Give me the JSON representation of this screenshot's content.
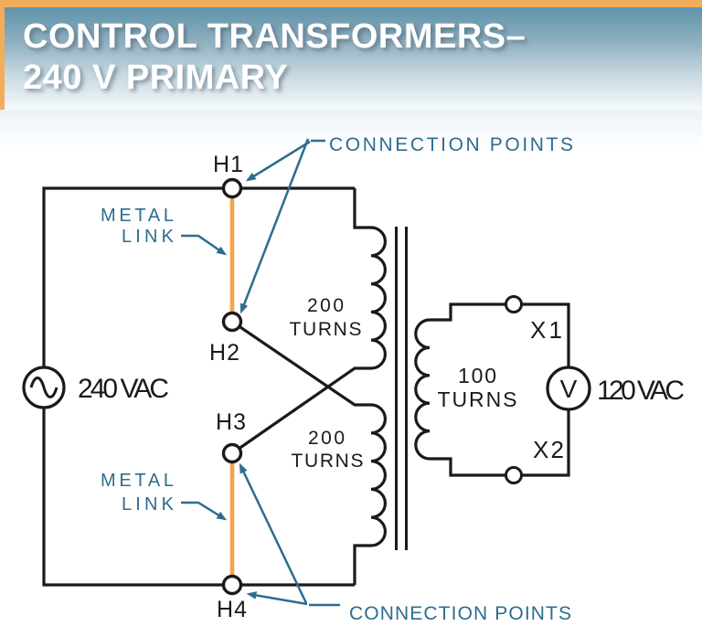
{
  "header": {
    "title_line1": "CONTROL TRANSFORMERS–",
    "title_line2": "240 V PRIMARY",
    "accent_color": "#f2ad5b"
  },
  "diagram": {
    "source_label": "240 VAC",
    "meter": {
      "symbol": "V",
      "reading": "120 VAC"
    },
    "terminals": {
      "h1": "H1",
      "h2": "H2",
      "h3": "H3",
      "h4": "H4",
      "x1": "X1",
      "x2": "X2"
    },
    "windings": {
      "primary_top_value": "200",
      "primary_top_unit": "TURNS",
      "primary_bottom_value": "200",
      "primary_bottom_unit": "TURNS",
      "secondary_value": "100",
      "secondary_unit": "TURNS"
    },
    "annotations": {
      "connection_points_top": "CONNECTION POINTS",
      "connection_points_bottom": "CONNECTION POINTS",
      "metal_link_top_line1": "METAL",
      "metal_link_top_line2": "LINK",
      "metal_link_bottom_line1": "METAL",
      "metal_link_bottom_line2": "LINK"
    },
    "colors": {
      "annotation_teal": "#2d6d8e",
      "metal_link_orange": "#f2a34c",
      "wire_black": "#1a1a1a",
      "header_orange": "#f2ad5b"
    }
  }
}
